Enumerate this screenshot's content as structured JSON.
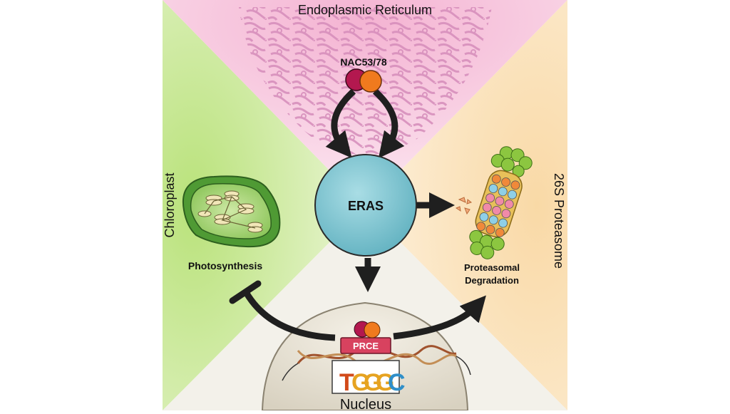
{
  "labels": {
    "er": "Endoplasmic Reticulum",
    "nac": "NAC53/78",
    "eras": "ERAS",
    "chloroplast": "Chloroplast",
    "photosynthesis": "Photosynthesis",
    "proteasome": "26S Proteasome",
    "degradation_line1": "Proteasomal",
    "degradation_line2": "Degradation",
    "prce": "PRCE",
    "motif": "TGGGC",
    "nucleus": "Nucleus"
  },
  "colors": {
    "er_bg": "#f6c9df",
    "chloroplast_bg": "#d9eeb2",
    "proteasome_bg": "#fbe3bd",
    "nucleus_bg": "#eeeadd",
    "eras_fill": "#7fc4cf",
    "nac_dark": "#b3184f",
    "nac_orange": "#f07a1e",
    "prce_fill": "#d8425f",
    "arrow": "#1f1f1f"
  },
  "motif_colors": [
    "#d24a1a",
    "#e6a321",
    "#e6a321",
    "#e6a321",
    "#2f8fc9"
  ]
}
